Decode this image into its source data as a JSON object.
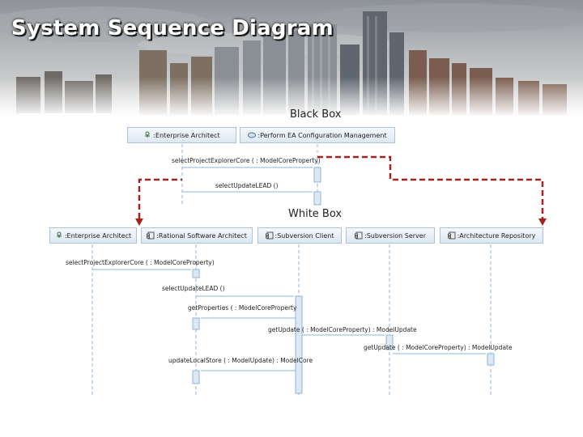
{
  "slide": {
    "title": "System Sequence Diagram"
  },
  "black_box": {
    "label": "Black Box",
    "lifelines": [
      {
        "name": ":Enterprise Architect",
        "icon": "actor-icon"
      },
      {
        "name": ":Perform EA Configuration Management",
        "icon": "use-case-icon"
      }
    ],
    "messages": [
      "selectProjectExplorerCore ( : ModelCoreProperty)",
      "selectUpdateLEAD ()"
    ]
  },
  "white_box": {
    "label": "White Box",
    "lifelines": [
      {
        "name": ":Enterprise Architect",
        "icon": "actor-icon"
      },
      {
        "name": ":Rational Software Architect",
        "icon": "component-icon"
      },
      {
        "name": ":Subversion Client",
        "icon": "component-icon"
      },
      {
        "name": ":Subversion Server",
        "icon": "component-icon"
      },
      {
        "name": ":Architecture Repository",
        "icon": "component-icon"
      }
    ],
    "messages": [
      "selectProjectExplorerCore ( : ModelCoreProperty)",
      "selectUpdateLEAD ()",
      "getProperties ( : ModelCoreProperty",
      "getUpdate ( : ModelCoreProperty) : ModelUpdate",
      "getUpdate ( : ModelCoreProperty) : ModelUpdate",
      "updateLocalStore ( : ModelUpdate) : ModelCore"
    ]
  },
  "colors": {
    "arrow": "#a8201a",
    "lifeline": "#8fb4d6",
    "box_border": "#a9c3dd"
  }
}
